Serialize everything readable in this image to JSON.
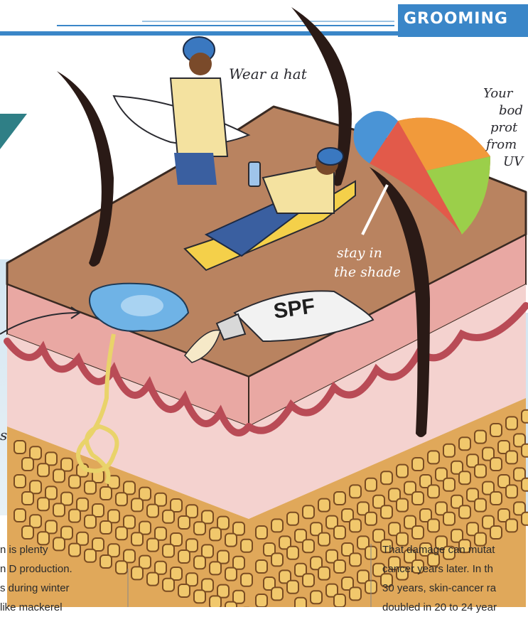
{
  "header": {
    "section_tag": "GROOMING"
  },
  "labels": {
    "wear_hat": "Wear a hat",
    "stay_shade_1": "stay in",
    "stay_shade_2": "the shade",
    "spf": "SPF",
    "right_note": [
      "Your",
      "bod",
      "prot",
      "from",
      "UV"
    ],
    "left_fragment": "s"
  },
  "text_left": [
    "n is plenty",
    "n D production.",
    "s during winter",
    "like mackerel"
  ],
  "text_right": [
    "That damage can mutat",
    "cancer years later. In th",
    "30 years, skin-cancer ra",
    "doubled in 20 to 24 year"
  ],
  "colors": {
    "accent_blue": "#3a86c8",
    "soil": "#b98360",
    "skin_pink": "#e9a8a3",
    "dermis": "#f2c9c6",
    "fat_yellow": "#e7b354"
  }
}
